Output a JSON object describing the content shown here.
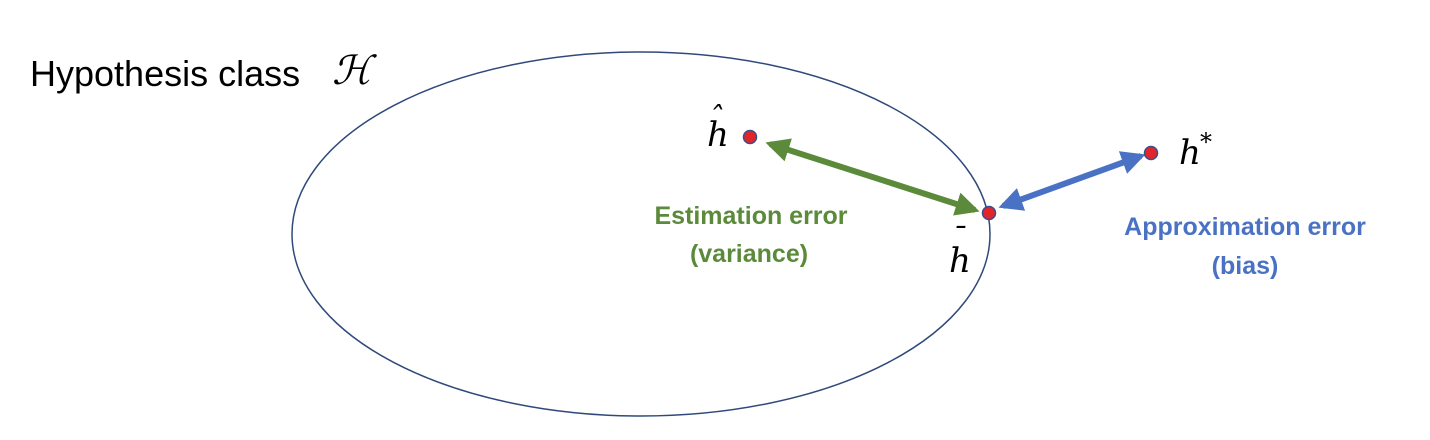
{
  "title": {
    "text": "Hypothesis class",
    "symbol": "ℋ"
  },
  "points": {
    "h_hat": {
      "symbol": "h",
      "accent": "ˆ"
    },
    "h_bar": {
      "symbol": "h",
      "accent": "¯"
    },
    "h_star": {
      "symbol": "h",
      "superscript": "*"
    }
  },
  "estimation": {
    "line1": "Estimation error",
    "line2": "(variance)"
  },
  "approximation": {
    "line1": "Approximation error",
    "line2": "(bias)"
  },
  "colors": {
    "ellipse_stroke": "#2f4a7a",
    "point_fill": "#e0262b",
    "point_stroke": "#3b4e8c",
    "estimation": "#5b8a3a",
    "approximation": "#4a72c4",
    "text": "#000000"
  }
}
